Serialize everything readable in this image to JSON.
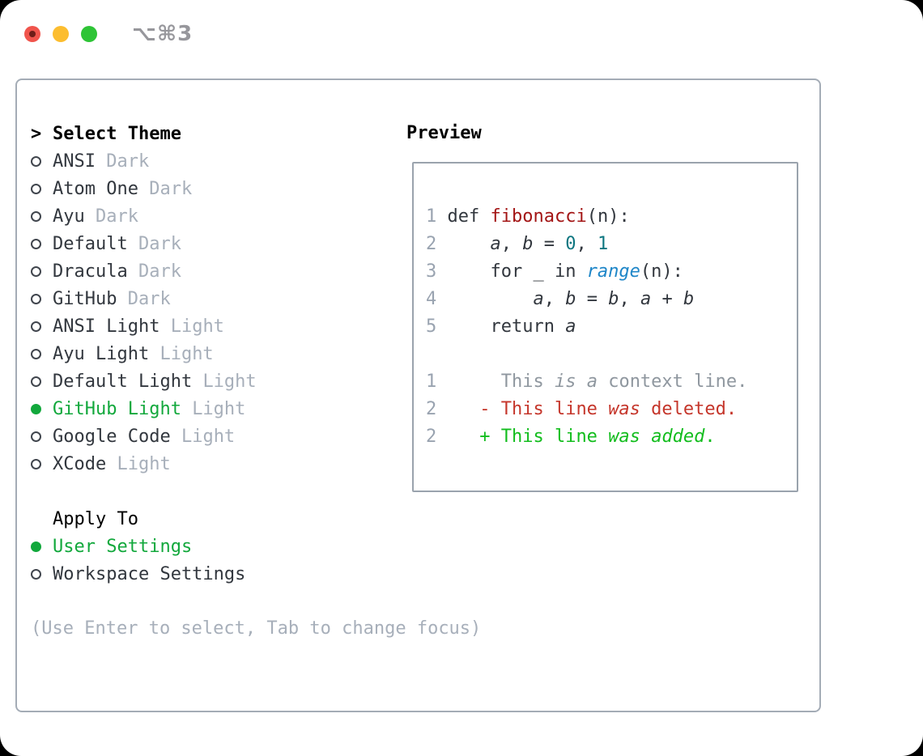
{
  "window": {
    "title": "⌥⌘3",
    "traffic_lights": [
      "close",
      "minimize",
      "zoom"
    ]
  },
  "theme_panel": {
    "header_marker": ">",
    "header": "Select Theme",
    "themes": [
      {
        "name": "ANSI",
        "tag": "Dark",
        "selected": false
      },
      {
        "name": "Atom One",
        "tag": "Dark",
        "selected": false
      },
      {
        "name": "Ayu",
        "tag": "Dark",
        "selected": false
      },
      {
        "name": "Default",
        "tag": "Dark",
        "selected": false
      },
      {
        "name": "Dracula",
        "tag": "Dark",
        "selected": false
      },
      {
        "name": "GitHub",
        "tag": "Dark",
        "selected": false
      },
      {
        "name": "ANSI Light",
        "tag": "Light",
        "selected": false
      },
      {
        "name": "Ayu Light",
        "tag": "Light",
        "selected": false
      },
      {
        "name": "Default Light",
        "tag": "Light",
        "selected": false
      },
      {
        "name": "GitHub Light",
        "tag": "Light",
        "selected": true
      },
      {
        "name": "Google Code",
        "tag": "Light",
        "selected": false
      },
      {
        "name": "XCode",
        "tag": "Light",
        "selected": false
      }
    ],
    "apply_to": {
      "header": "Apply To",
      "options": [
        {
          "name": "User Settings",
          "selected": true
        },
        {
          "name": "Workspace Settings",
          "selected": false
        }
      ]
    },
    "hint": "(Use Enter to select, Tab to change focus)"
  },
  "preview": {
    "title": "Preview",
    "lines": [
      [
        {
          "t": "1 ",
          "c": "ln"
        },
        {
          "t": "def ",
          "c": "p"
        },
        {
          "t": "fibonacci",
          "c": "fn"
        },
        {
          "t": "(n):",
          "c": "p"
        }
      ],
      [
        {
          "t": "2 ",
          "c": "ln"
        },
        {
          "t": "    ",
          "c": "p"
        },
        {
          "t": "a",
          "c": "v"
        },
        {
          "t": ", ",
          "c": "p"
        },
        {
          "t": "b",
          "c": "v"
        },
        {
          "t": " = ",
          "c": "p"
        },
        {
          "t": "0",
          "c": "num"
        },
        {
          "t": ", ",
          "c": "p"
        },
        {
          "t": "1",
          "c": "num"
        }
      ],
      [
        {
          "t": "3 ",
          "c": "ln"
        },
        {
          "t": "    for _ in ",
          "c": "p"
        },
        {
          "t": "range",
          "c": "call"
        },
        {
          "t": "(n):",
          "c": "p"
        }
      ],
      [
        {
          "t": "4 ",
          "c": "ln"
        },
        {
          "t": "        ",
          "c": "p"
        },
        {
          "t": "a",
          "c": "v"
        },
        {
          "t": ", ",
          "c": "p"
        },
        {
          "t": "b",
          "c": "v"
        },
        {
          "t": " = ",
          "c": "p"
        },
        {
          "t": "b",
          "c": "v"
        },
        {
          "t": ", ",
          "c": "p"
        },
        {
          "t": "a",
          "c": "v"
        },
        {
          "t": " + ",
          "c": "p"
        },
        {
          "t": "b",
          "c": "v"
        }
      ],
      [
        {
          "t": "5 ",
          "c": "ln"
        },
        {
          "t": "    return ",
          "c": "p"
        },
        {
          "t": "a",
          "c": "v"
        }
      ],
      [],
      [
        {
          "t": "1 ",
          "c": "ln"
        },
        {
          "t": "     This ",
          "c": "ctx"
        },
        {
          "t": "is",
          "c": "ctxi"
        },
        {
          "t": " ",
          "c": "ctx"
        },
        {
          "t": "a",
          "c": "ctxi"
        },
        {
          "t": " context line.",
          "c": "ctx"
        }
      ],
      [
        {
          "t": "2 ",
          "c": "ln"
        },
        {
          "t": "   - This line ",
          "c": "del"
        },
        {
          "t": "was",
          "c": "deli"
        },
        {
          "t": " deleted.",
          "c": "del"
        }
      ],
      [
        {
          "t": "2 ",
          "c": "ln"
        },
        {
          "t": "   + This line ",
          "c": "add"
        },
        {
          "t": "was",
          "c": "addi"
        },
        {
          "t": " ",
          "c": "add"
        },
        {
          "t": "added",
          "c": "addi"
        },
        {
          "t": ".",
          "c": "add"
        }
      ]
    ]
  },
  "colors": {
    "accent_green": "#12a83c",
    "function_red": "#a31515",
    "number_teal": "#0d7680",
    "call_blue": "#1e86c8",
    "diff_deleted_red": "#c5362b",
    "diff_added_green": "#12bd1d",
    "muted_gray": "#a7afba",
    "panel_border": "#a4acb6",
    "traffic_red": "#f0544c",
    "traffic_yellow": "#fcbd2f",
    "traffic_green": "#2ec436"
  }
}
